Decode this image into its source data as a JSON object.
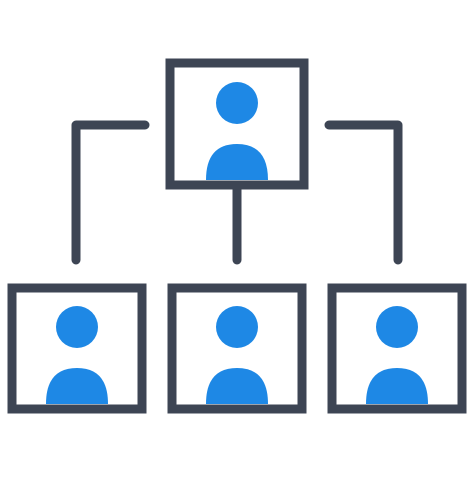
{
  "icon": "org-chart-icon",
  "colors": {
    "stroke": "#3d4554",
    "accent": "#1e88e5",
    "background": "#ffffff"
  },
  "nodes": [
    {
      "id": "top",
      "icon": "person-icon"
    },
    {
      "id": "bottom-left",
      "icon": "person-icon"
    },
    {
      "id": "bottom-center",
      "icon": "person-icon"
    },
    {
      "id": "bottom-right",
      "icon": "person-icon"
    }
  ]
}
